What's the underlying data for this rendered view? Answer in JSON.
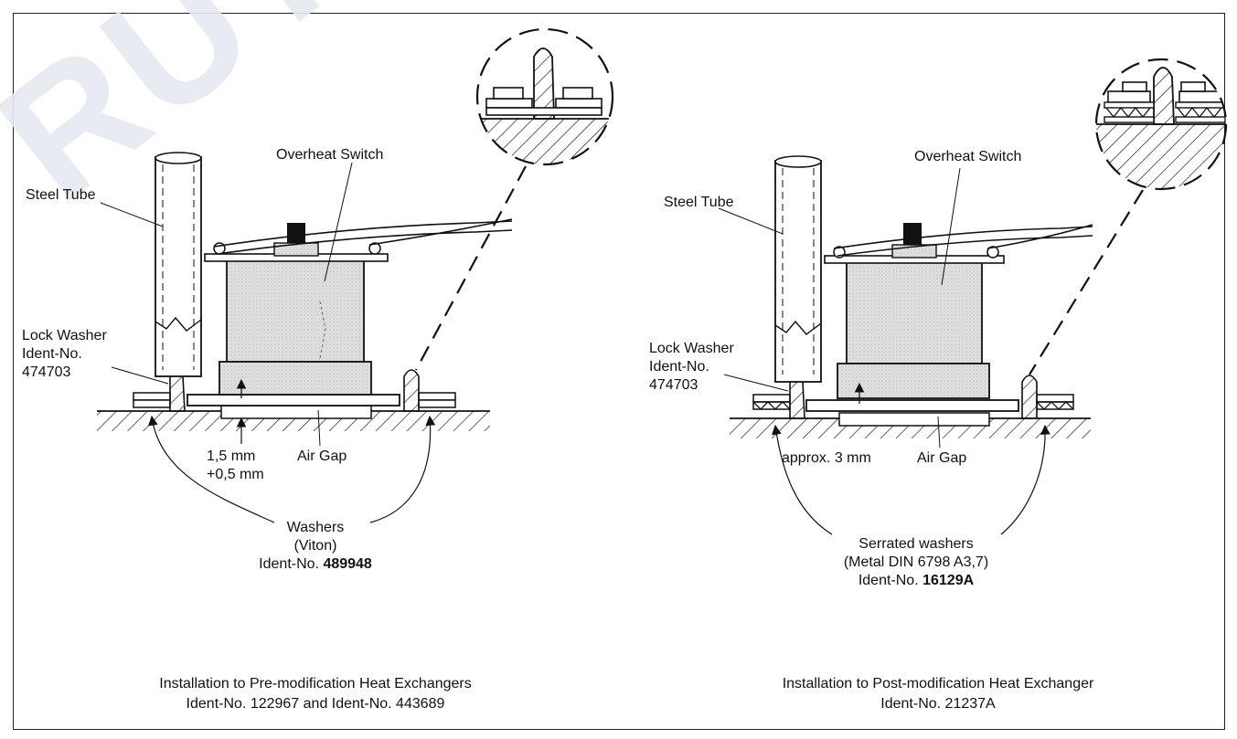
{
  "watermark": "RUTLE",
  "left": {
    "steel_tube": "Steel Tube",
    "overheat_switch": "Overheat Switch",
    "lock_washer": [
      "Lock Washer",
      "Ident-No.",
      "474703"
    ],
    "gap_values": [
      "1,5 mm",
      "+0,5 mm"
    ],
    "air_gap": "Air Gap",
    "washers": [
      "Washers",
      "(Viton)"
    ],
    "ident_prefix": "Ident-No.",
    "ident_number": "489948",
    "caption": [
      "Installation to Pre-modification Heat Exchangers",
      "Ident-No. 122967 and Ident-No. 443689"
    ]
  },
  "right": {
    "steel_tube": "Steel Tube",
    "overheat_switch": "Overheat Switch",
    "lock_washer": [
      "Lock Washer",
      "Ident-No.",
      "474703"
    ],
    "gap_value": "approx. 3 mm",
    "air_gap": "Air Gap",
    "washers": [
      "Serrated washers",
      "(Metal DIN 6798 A3,7)"
    ],
    "ident_prefix": "Ident-No.",
    "ident_number": "16129A",
    "caption": [
      "Installation to Post-modification Heat Exchanger",
      "Ident-No. 21237A"
    ]
  }
}
